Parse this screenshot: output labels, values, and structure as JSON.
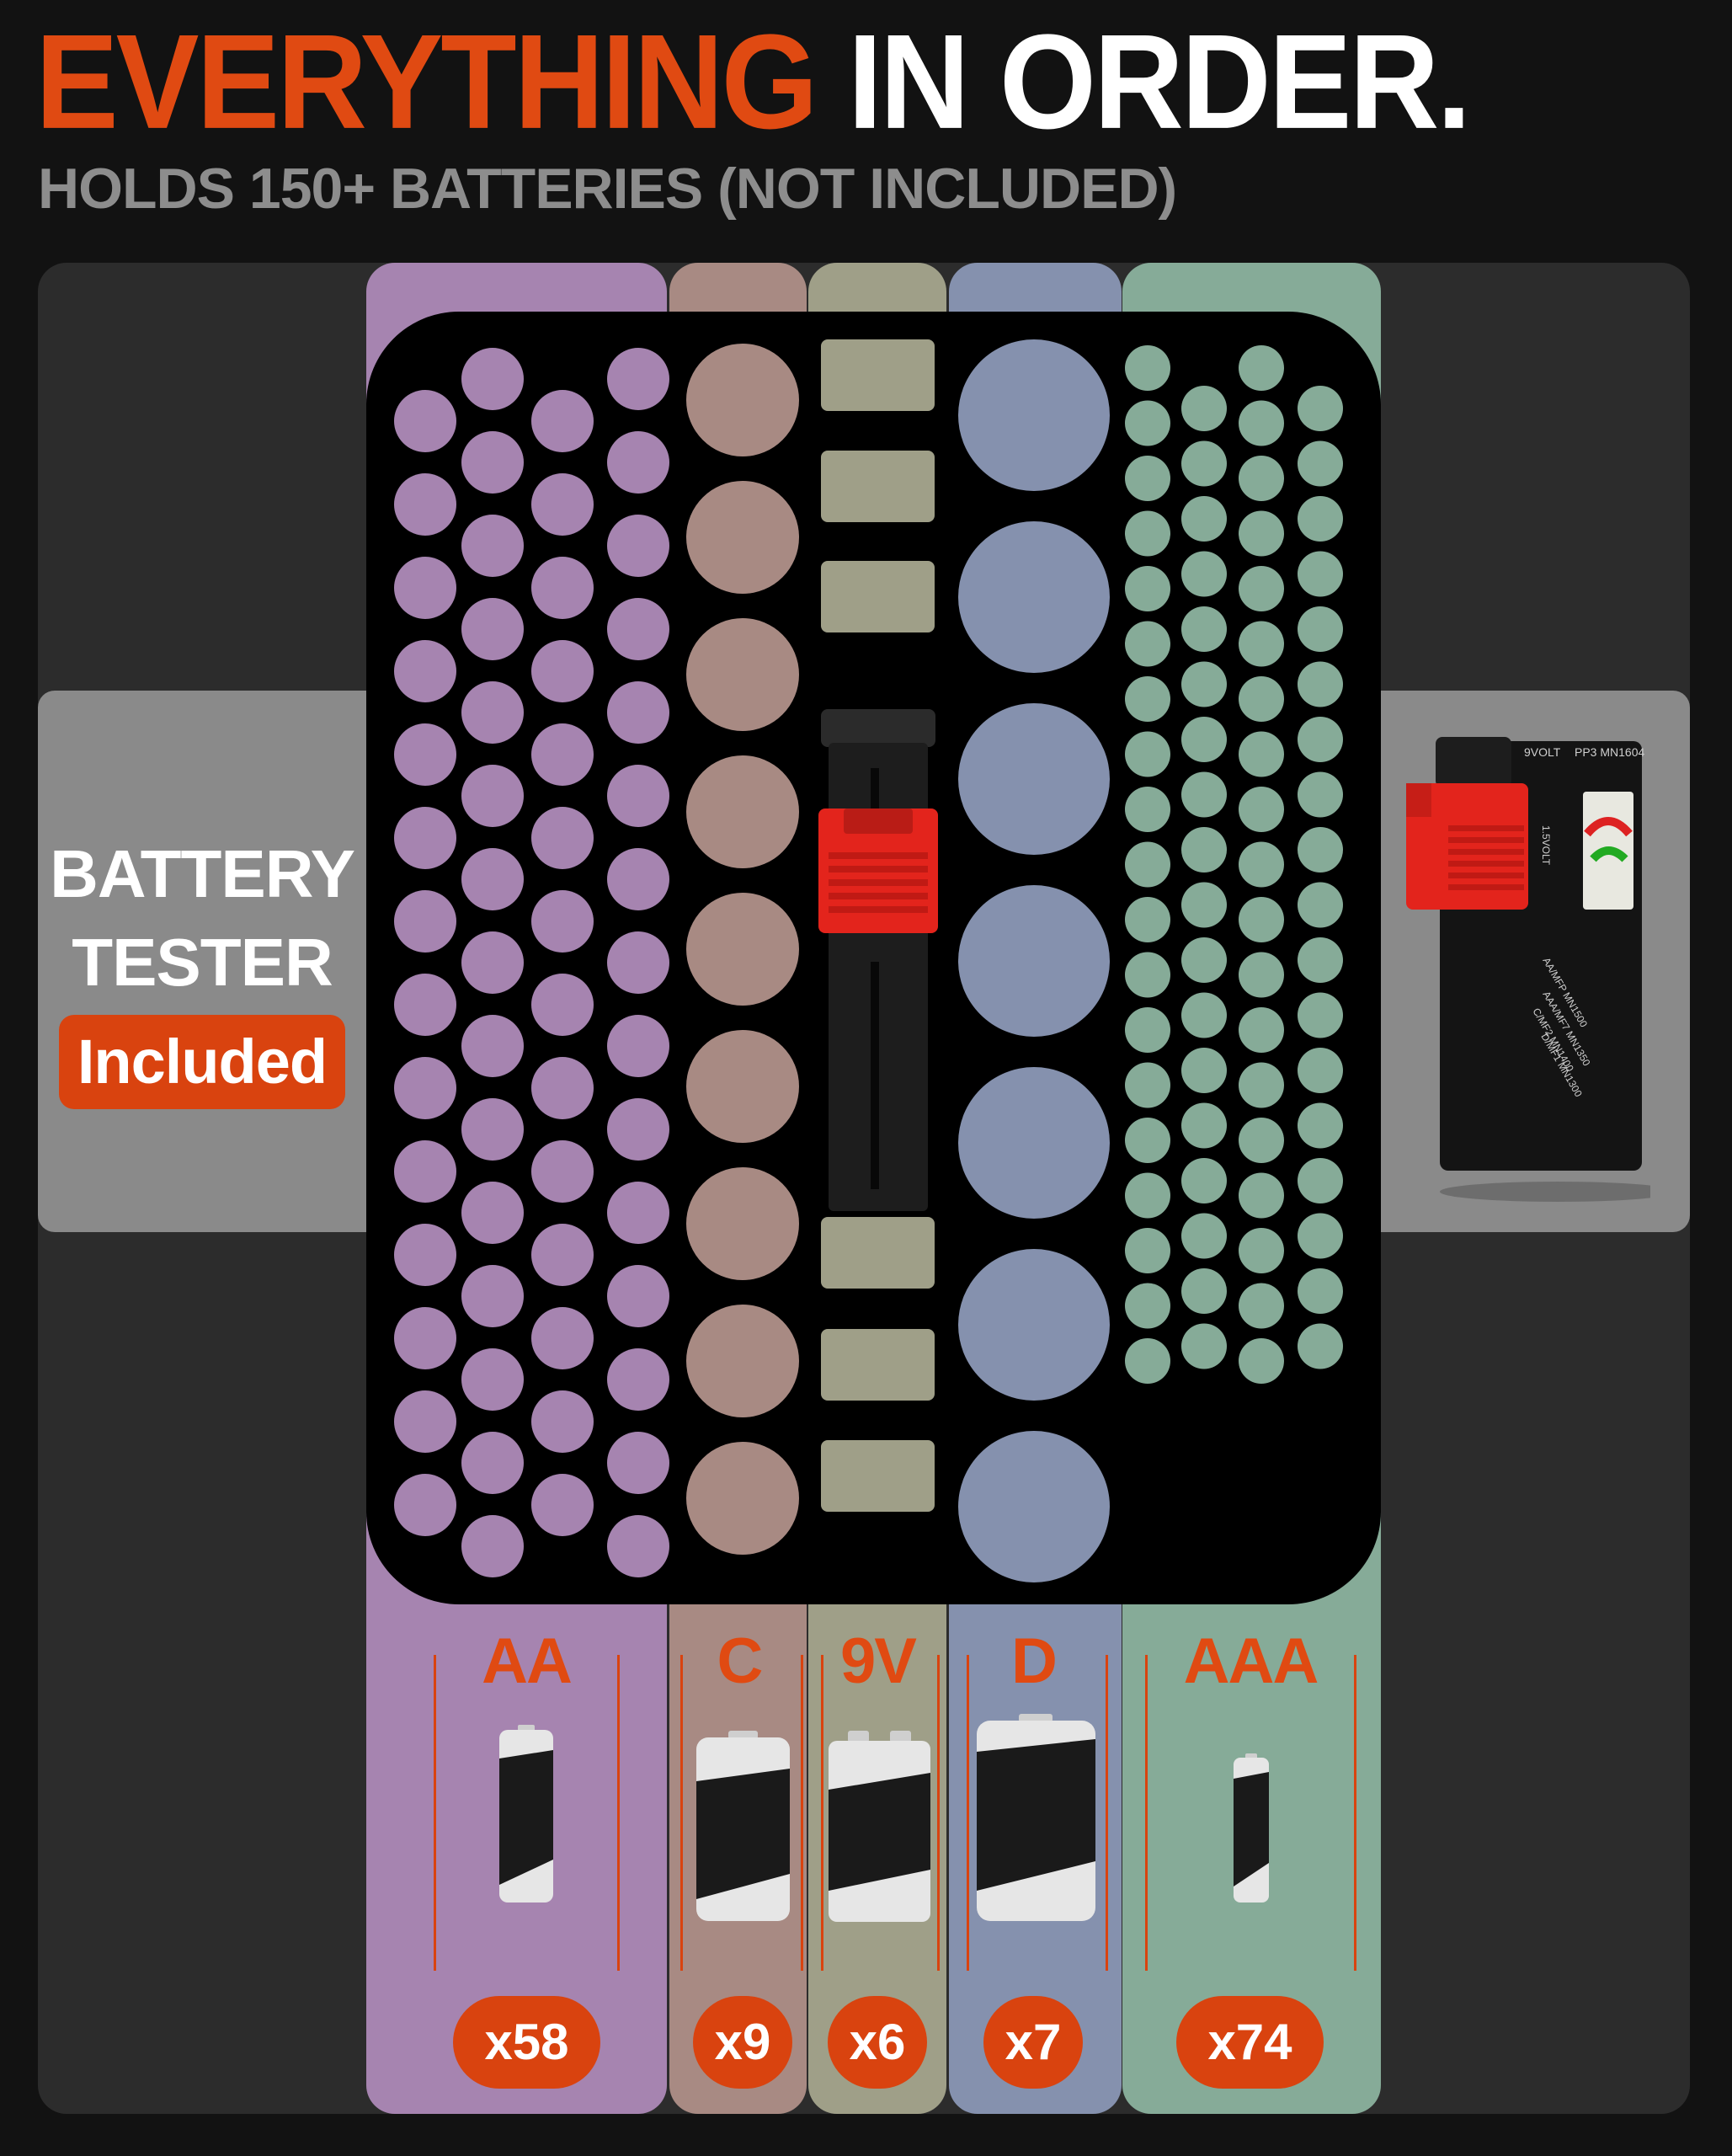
{
  "header": {
    "title_accent": "EVERYTHING",
    "title_rest": "IN ORDER.",
    "subtitle": "HOLDS 150+ BATTERIES (NOT INCLUDED)"
  },
  "tester": {
    "line1": "BATTERY",
    "line2": "TESTER",
    "badge": "Included",
    "device_labels": {
      "top_label": "9VOLT",
      "top_label_2": "PP3 MN1604",
      "side_label_1": "1.5VOLT",
      "side_label_2": "AA/MFP MN1500",
      "side_label_3": "AAA/MF7 MN1350",
      "side_label_4": "C/MF2 MN1400",
      "side_label_5": "D/MF1 MN1300"
    }
  },
  "columns": [
    {
      "key": "aa",
      "label": "AA",
      "count": "x58"
    },
    {
      "key": "c",
      "label": "C",
      "count": "x9"
    },
    {
      "key": "nv",
      "label": "9V",
      "count": "x6"
    },
    {
      "key": "d",
      "label": "D",
      "count": "x7"
    },
    {
      "key": "aaa",
      "label": "AAA",
      "count": "x74"
    }
  ],
  "colors": {
    "accent": "#e04a12",
    "aa": "#a684b0",
    "c": "#a88a83",
    "nine_volt": "#9f9f88",
    "d": "#8591ae",
    "aaa": "#86ab98",
    "panel": "#2c2c2c",
    "band": "#8a8a8a"
  }
}
